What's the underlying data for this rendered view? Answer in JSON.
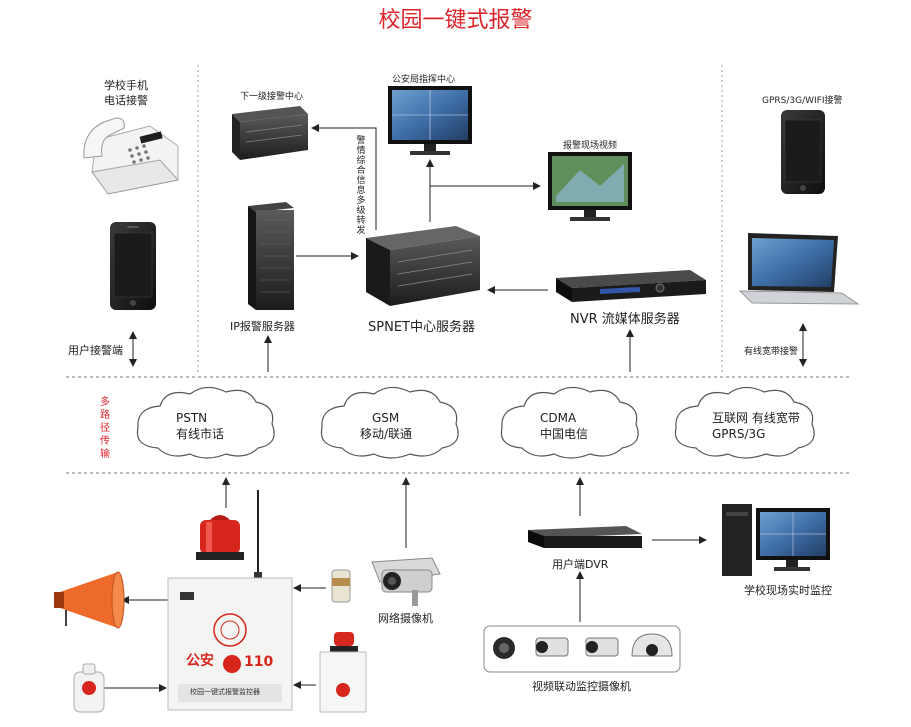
{
  "title": "校园一键式报警",
  "labels": {
    "school_phone": "学校手机\n电话接警",
    "lower_center": "下一级接警中心",
    "police_command": "公安局指挥中心",
    "scene_video": "报警现场视频",
    "gprs_top": "GPRS/3G/WIFI接警",
    "user_terminal": "用户接警端",
    "ip_server": "IP报警服务器",
    "spnet_server": "SPNET中心服务器",
    "nvr_server": "NVR 流媒体服务器",
    "broadband": "有线宽带接警",
    "forward_vertical": "警情综合信息多级转发",
    "multipath": "多路径传输",
    "network_camera": "网络摄像机",
    "user_dvr": "用户端DVR",
    "school_monitor": "学校现场实时监控",
    "linked_cameras": "视频联动监控摄像机"
  },
  "clouds": [
    {
      "line1": "PSTN",
      "line2": "有线市话"
    },
    {
      "line1": "GSM",
      "line2": "移动/联通"
    },
    {
      "line1": "CDMA",
      "line2": "中国电信"
    },
    {
      "line1": "互联网 有线宽带",
      "line2": "GPRS/3G"
    }
  ],
  "alarm_box": {
    "police_text": "公安",
    "number": "110",
    "subtitle": "校园一键式报警监控器"
  },
  "colors": {
    "title": "#e0242b",
    "accent_red": "#e0242b",
    "device_dark": "#2a2a2a",
    "screen_blue": "#3f6fa8",
    "cloud_stroke": "#555555"
  },
  "icons": [
    "desk-phone-icon",
    "mobile-phone-icon",
    "rack-server-icon",
    "monitor-icon",
    "laptop-icon",
    "nvr-icon",
    "cloud-icon",
    "siren-icon",
    "horn-speaker-icon",
    "camera-icon",
    "dvr-icon",
    "desktop-pc-icon",
    "alarm-panel-icon",
    "panic-button-icon",
    "battery-icon",
    "arrow-icon"
  ]
}
